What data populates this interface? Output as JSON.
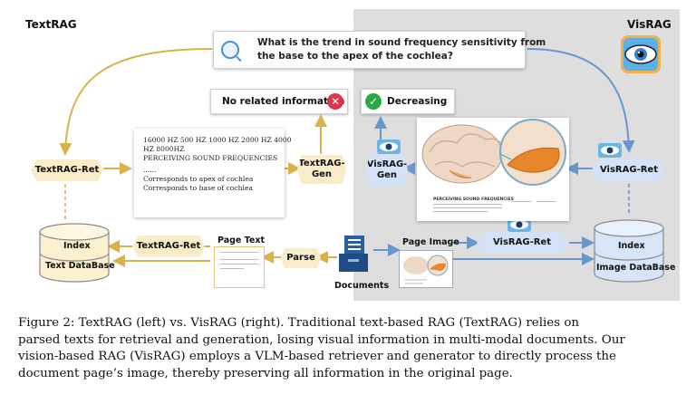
{
  "panels": {
    "left_title": "TextRAG",
    "right_title": "VisRAG"
  },
  "question": {
    "line1": "What is the trend in sound frequency sensitivity from",
    "line2": "the base to the apex of the cochlea?"
  },
  "answers": {
    "textrag": "No related information",
    "visrag": "Decreasing"
  },
  "modules": {
    "textrag_ret": "TextRAG-Ret",
    "textrag_gen_1": "TextRAG-",
    "textrag_gen_2": "Gen",
    "textrag_ret_bottom": "TextRAG-Ret",
    "visrag_gen_1": "VisRAG-",
    "visrag_gen_2": "Gen",
    "visrag_ret": "VisRAG-Ret",
    "visrag_ret_bottom": "VisRAG-Ret",
    "parse": "Parse"
  },
  "parsed_text": [
    "16000 HZ 500 HZ 1000 HZ 2000 HZ 4000",
    "HZ 8000HZ",
    "PERCEIVING SOUND FREQUENCIES",
    "......",
    "Corresponds to apex of cochlea",
    "Corresponds to base of cochlea"
  ],
  "labels": {
    "page_text": "Page Text",
    "page_image": "Page Image",
    "documents": "Documents",
    "index_left": "Index",
    "db_left": "Text DataBase",
    "index_right": "Index",
    "db_right": "Image DataBase",
    "doc_heading": "PERCEIVING SOUND FREQUENCIES"
  },
  "colors": {
    "textrag_accent": "#d9b24a",
    "visrag_accent": "#6a96cf",
    "right_bg": "#dedede"
  },
  "icons": [
    "magnifier-icon",
    "cross-icon",
    "check-icon",
    "eye-icon",
    "documents-icon",
    "database-icon",
    "brain-cochlea-image"
  ],
  "caption": [
    "Figure 2:  TextRAG (left) vs.  VisRAG (right).  Traditional text-based RAG (TextRAG) relies on",
    "parsed texts for retrieval and generation, losing visual information in multi-modal documents. Our",
    "vision-based RAG (VisRAG) employs a VLM-based retriever and generator to directly process the",
    "document page’s image, thereby preserving all information in the original page."
  ]
}
